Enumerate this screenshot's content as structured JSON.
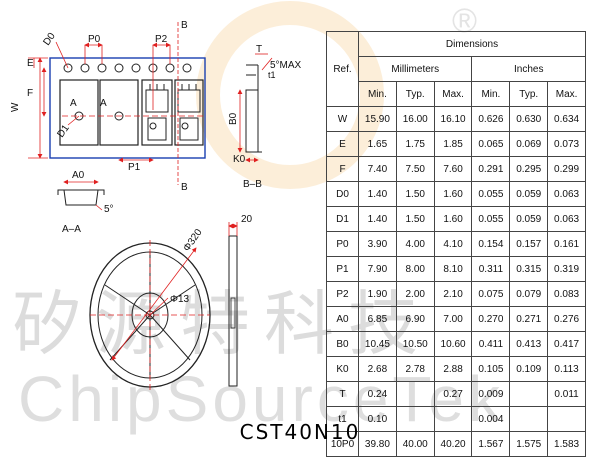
{
  "watermark": {
    "chinese": "矽源特科技",
    "english": "ChipSourceTek",
    "registered": "®"
  },
  "drawing": {
    "tape_labels": {
      "d0": "D0",
      "p0": "P0",
      "p2": "P2",
      "e": "E",
      "f": "F",
      "w": "W",
      "d1": "D1",
      "a": "A",
      "p1": "P1",
      "b": "B",
      "t": "T",
      "five_max": "5°MAX",
      "t1": "t1",
      "b0": "B0",
      "k0": "K0",
      "section_bb": "B–B",
      "a0": "A0",
      "five": "5°",
      "section_aa": "A–A"
    },
    "reel_labels": {
      "outer_dia": "Φ320",
      "hub_dia": "Φ13",
      "width": "20"
    }
  },
  "table": {
    "group_header": "Dimensions",
    "ref_header": "Ref.",
    "mm_header": "Millimeters",
    "in_header": "Inches",
    "sub_headers": [
      "Min.",
      "Typ.",
      "Max.",
      "Min.",
      "Typ.",
      "Max."
    ],
    "rows": [
      {
        "ref": "W",
        "vals": [
          "15.90",
          "16.00",
          "16.10",
          "0.626",
          "0.630",
          "0.634"
        ]
      },
      {
        "ref": "E",
        "vals": [
          "1.65",
          "1.75",
          "1.85",
          "0.065",
          "0.069",
          "0.073"
        ]
      },
      {
        "ref": "F",
        "vals": [
          "7.40",
          "7.50",
          "7.60",
          "0.291",
          "0.295",
          "0.299"
        ]
      },
      {
        "ref": "D0",
        "vals": [
          "1.40",
          "1.50",
          "1.60",
          "0.055",
          "0.059",
          "0.063"
        ]
      },
      {
        "ref": "D1",
        "vals": [
          "1.40",
          "1.50",
          "1.60",
          "0.055",
          "0.059",
          "0.063"
        ]
      },
      {
        "ref": "P0",
        "vals": [
          "3.90",
          "4.00",
          "4.10",
          "0.154",
          "0.157",
          "0.161"
        ]
      },
      {
        "ref": "P1",
        "vals": [
          "7.90",
          "8.00",
          "8.10",
          "0.311",
          "0.315",
          "0.319"
        ]
      },
      {
        "ref": "P2",
        "vals": [
          "1.90",
          "2.00",
          "2.10",
          "0.075",
          "0.079",
          "0.083"
        ]
      },
      {
        "ref": "A0",
        "vals": [
          "6.85",
          "6.90",
          "7.00",
          "0.270",
          "0.271",
          "0.276"
        ]
      },
      {
        "ref": "B0",
        "vals": [
          "10.45",
          "10.50",
          "10.60",
          "0.411",
          "0.413",
          "0.417"
        ]
      },
      {
        "ref": "K0",
        "vals": [
          "2.68",
          "2.78",
          "2.88",
          "0.105",
          "0.109",
          "0.113"
        ]
      },
      {
        "ref": "T",
        "vals": [
          "0.24",
          "",
          "0.27",
          "0.009",
          "",
          "0.011"
        ]
      },
      {
        "ref": "t1",
        "vals": [
          "0.10",
          "",
          "",
          "0.004",
          "",
          ""
        ]
      },
      {
        "ref": "10P0",
        "vals": [
          "39.80",
          "40.00",
          "40.20",
          "1.567",
          "1.575",
          "1.583"
        ]
      }
    ]
  },
  "part_number": "CST40N10",
  "colors": {
    "dimension_red": "#e02020",
    "line_blue": "#1a3fb0",
    "watermark_gray": "#dcdcdc",
    "reg_orange": "#f7d9a8"
  }
}
